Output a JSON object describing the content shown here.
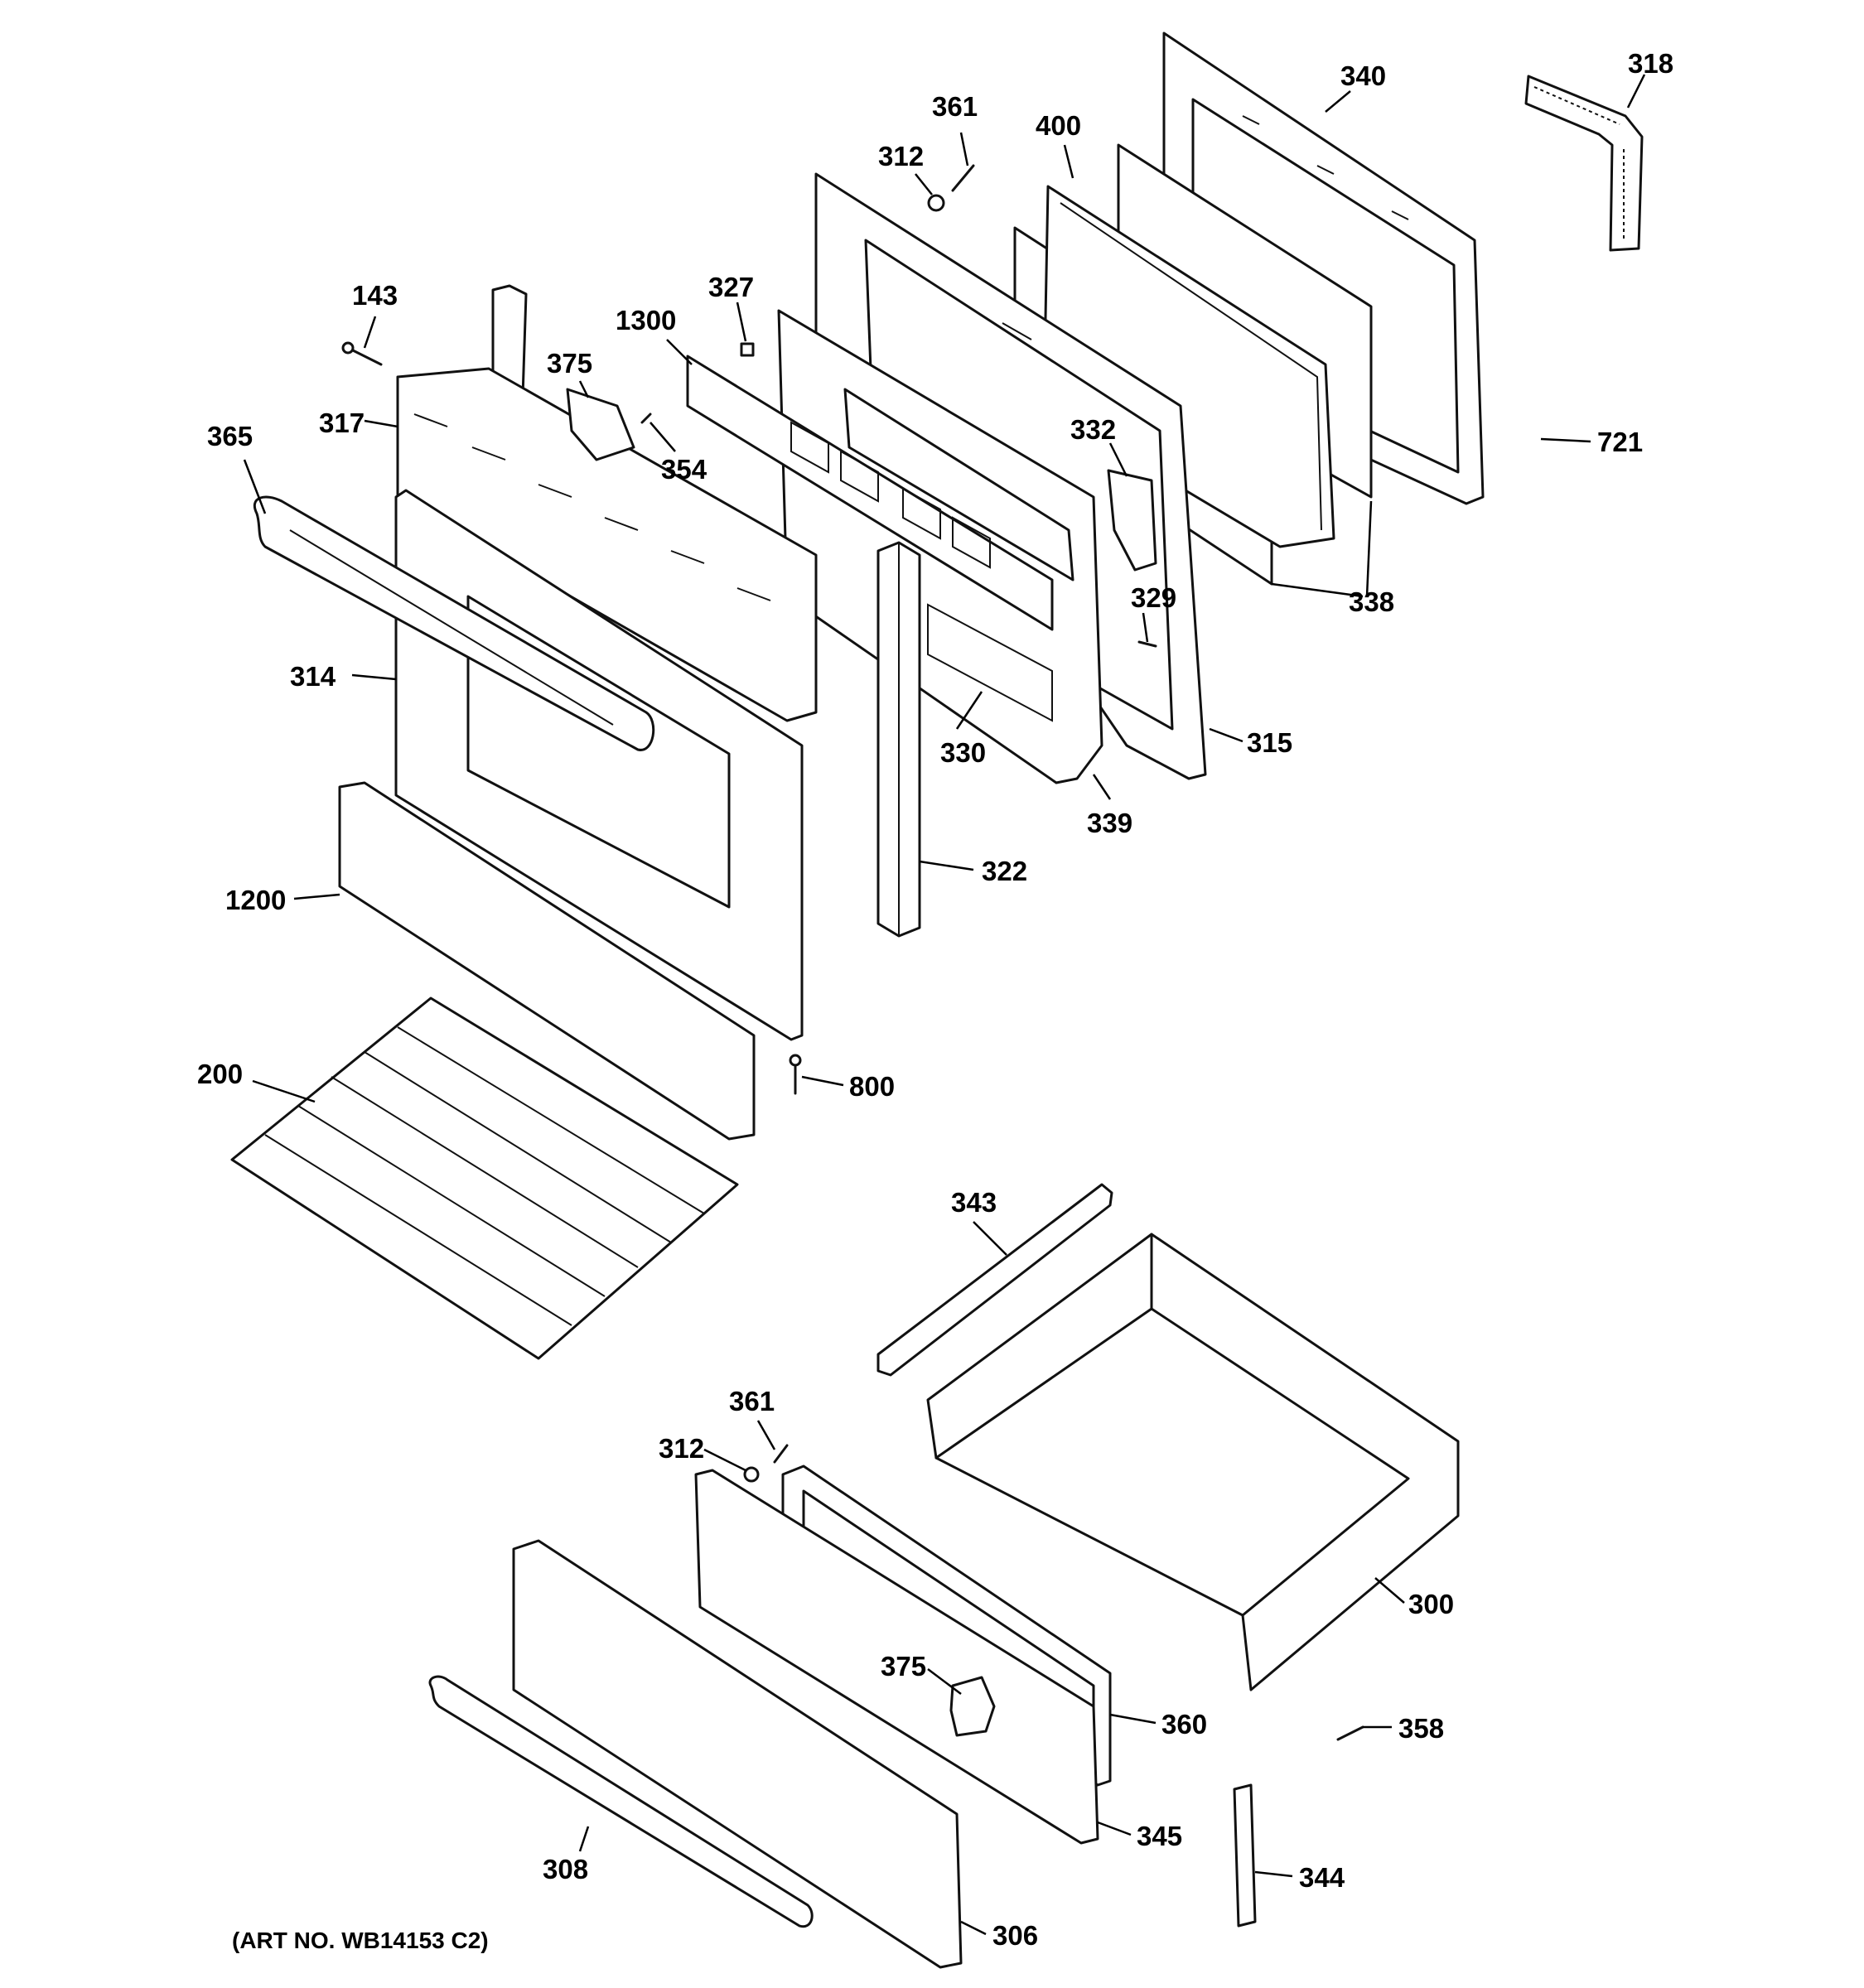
{
  "callouts": [
    {
      "id": "318",
      "label": "318"
    },
    {
      "id": "340",
      "label": "340"
    },
    {
      "id": "361a",
      "label": "361"
    },
    {
      "id": "400",
      "label": "400"
    },
    {
      "id": "312a",
      "label": "312"
    },
    {
      "id": "143",
      "label": "143"
    },
    {
      "id": "327",
      "label": "327"
    },
    {
      "id": "1300",
      "label": "1300"
    },
    {
      "id": "375a",
      "label": "375"
    },
    {
      "id": "365",
      "label": "365"
    },
    {
      "id": "317",
      "label": "317"
    },
    {
      "id": "354",
      "label": "354"
    },
    {
      "id": "332",
      "label": "332"
    },
    {
      "id": "721",
      "label": "721"
    },
    {
      "id": "338",
      "label": "338"
    },
    {
      "id": "329",
      "label": "329"
    },
    {
      "id": "314",
      "label": "314"
    },
    {
      "id": "330",
      "label": "330"
    },
    {
      "id": "315",
      "label": "315"
    },
    {
      "id": "339",
      "label": "339"
    },
    {
      "id": "322",
      "label": "322"
    },
    {
      "id": "1200",
      "label": "1200"
    },
    {
      "id": "200",
      "label": "200"
    },
    {
      "id": "800",
      "label": "800"
    },
    {
      "id": "343",
      "label": "343"
    },
    {
      "id": "361b",
      "label": "361"
    },
    {
      "id": "312b",
      "label": "312"
    },
    {
      "id": "300",
      "label": "300"
    },
    {
      "id": "375b",
      "label": "375"
    },
    {
      "id": "360",
      "label": "360"
    },
    {
      "id": "358",
      "label": "358"
    },
    {
      "id": "345",
      "label": "345"
    },
    {
      "id": "344",
      "label": "344"
    },
    {
      "id": "308",
      "label": "308"
    },
    {
      "id": "306",
      "label": "306"
    }
  ],
  "art_number": "(ART NO. WB14153 C2)"
}
